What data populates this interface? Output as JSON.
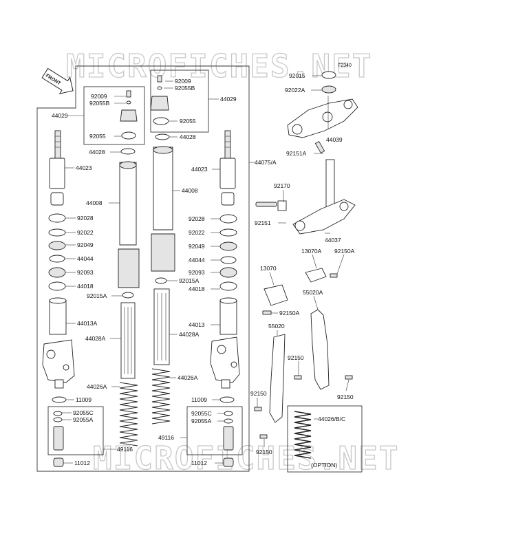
{
  "watermark": "MICROFICHES.NET",
  "figure_code": "F2340",
  "front_label": "FRONT",
  "option_label": "(OPTION)",
  "labels": [
    {
      "id": "l1",
      "text": "92015"
    },
    {
      "id": "l2",
      "text": "92022A"
    },
    {
      "id": "l3",
      "text": "44039"
    },
    {
      "id": "l4",
      "text": "92151A"
    },
    {
      "id": "l5",
      "text": "44075/A"
    },
    {
      "id": "l6",
      "text": "92170"
    },
    {
      "id": "l7",
      "text": "92151"
    },
    {
      "id": "l8",
      "text": "44037"
    },
    {
      "id": "l9",
      "text": "13070A"
    },
    {
      "id": "l10",
      "text": "92150A"
    },
    {
      "id": "l11",
      "text": "13070"
    },
    {
      "id": "l12",
      "text": "55020A"
    },
    {
      "id": "l13",
      "text": "92150A"
    },
    {
      "id": "l14",
      "text": "55020"
    },
    {
      "id": "l15",
      "text": "92150"
    },
    {
      "id": "l16",
      "text": "92150"
    },
    {
      "id": "l17",
      "text": "92150"
    },
    {
      "id": "l18",
      "text": "92150"
    },
    {
      "id": "l19",
      "text": "44026/B/C"
    },
    {
      "id": "l20",
      "text": "92009"
    },
    {
      "id": "l21",
      "text": "92055B"
    },
    {
      "id": "l22",
      "text": "92055"
    },
    {
      "id": "l23",
      "text": "44029"
    },
    {
      "id": "l24",
      "text": "92009"
    },
    {
      "id": "l25",
      "text": "92055B"
    },
    {
      "id": "l26",
      "text": "92055"
    },
    {
      "id": "l27",
      "text": "44029"
    },
    {
      "id": "l28",
      "text": "44028"
    },
    {
      "id": "l29",
      "text": "44028"
    },
    {
      "id": "l30",
      "text": "44023"
    },
    {
      "id": "l31",
      "text": "44023"
    },
    {
      "id": "l32",
      "text": "44008"
    },
    {
      "id": "l33",
      "text": "44008"
    },
    {
      "id": "l34",
      "text": "92028"
    },
    {
      "id": "l35",
      "text": "92028"
    },
    {
      "id": "l36",
      "text": "92022"
    },
    {
      "id": "l37",
      "text": "92022"
    },
    {
      "id": "l38",
      "text": "92049"
    },
    {
      "id": "l39",
      "text": "92049"
    },
    {
      "id": "l40",
      "text": "44044"
    },
    {
      "id": "l41",
      "text": "44044"
    },
    {
      "id": "l42",
      "text": "92093"
    },
    {
      "id": "l43",
      "text": "92093"
    },
    {
      "id": "l44",
      "text": "92015A"
    },
    {
      "id": "l45",
      "text": "44018"
    },
    {
      "id": "l46",
      "text": "44018"
    },
    {
      "id": "l47",
      "text": "92015A"
    },
    {
      "id": "l48",
      "text": "44013A"
    },
    {
      "id": "l49",
      "text": "44013"
    },
    {
      "id": "l50",
      "text": "44028A"
    },
    {
      "id": "l51",
      "text": "44028A"
    },
    {
      "id": "l52",
      "text": "44026A"
    },
    {
      "id": "l53",
      "text": "44026A"
    },
    {
      "id": "l54",
      "text": "11009"
    },
    {
      "id": "l55",
      "text": "11009"
    },
    {
      "id": "l56",
      "text": "92055C"
    },
    {
      "id": "l57",
      "text": "92055A"
    },
    {
      "id": "l58",
      "text": "92055C"
    },
    {
      "id": "l59",
      "text": "92055A"
    },
    {
      "id": "l60",
      "text": "49116"
    },
    {
      "id": "l61",
      "text": "49116"
    },
    {
      "id": "l62",
      "text": "11012"
    },
    {
      "id": "l63",
      "text": "11012"
    }
  ]
}
